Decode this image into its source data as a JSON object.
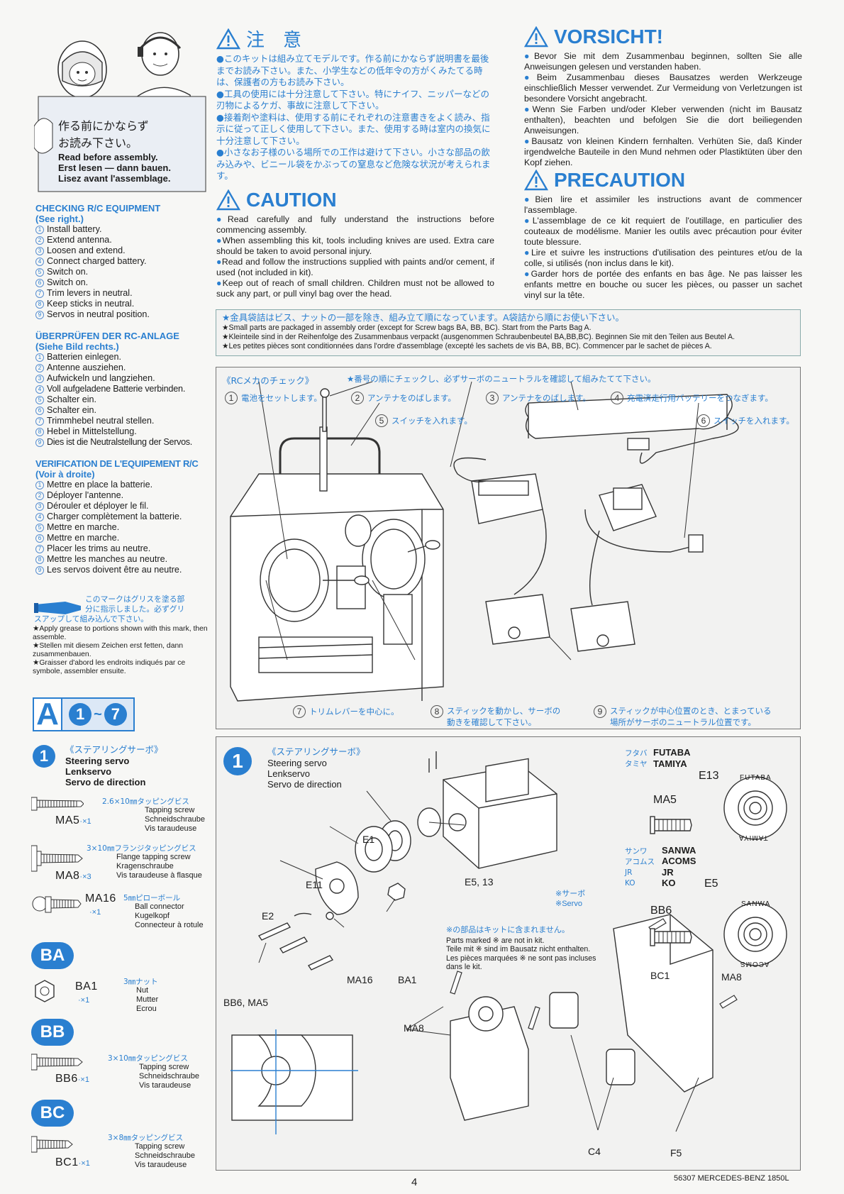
{
  "banner": {
    "jp_line1": "作る前にかならず",
    "jp_line2": "お読み下さい。",
    "en": "Read before assembly.",
    "de": "Erst lesen — dann bauen.",
    "fr": "Lisez avant l'assemblage."
  },
  "warning_jp": {
    "title": "注　意",
    "paragraphs": [
      "このキットは組み立てモデルです。作る前にかならず説明書を最後までお読み下さい。また、小学生などの低年令の方がくみたてる時は、保護者の方もお読み下さい。",
      "工具の使用には十分注意して下さい。特にナイフ、ニッパーなどの刃物によるケガ、事故に注意して下さい。",
      "接着剤や塗料は、使用する前にそれぞれの注意書きをよく読み、指示に従って正しく使用して下さい。また、使用する時は室内の換気に十分注意して下さい。",
      "小さなお子様のいる場所での工作は避けて下さい。小さな部品の飲み込みや、ビニール袋をかぶっての窒息など危険な状況が考えられます。"
    ]
  },
  "caution": {
    "title": "CAUTION",
    "paragraphs": [
      "Read carefully and fully understand the instructions before commencing assembly.",
      "When assembling this kit, tools including knives are used. Extra care should be taken to avoid personal injury.",
      "Read and follow the instructions supplied with paints and/or cement, if used (not included in kit).",
      "Keep out of reach of small children. Children must not be allowed to suck any part, or pull vinyl bag over the head."
    ]
  },
  "vorsicht": {
    "title": "VORSICHT!",
    "paragraphs": [
      "Bevor Sie mit dem Zusammenbau beginnen, sollten Sie alle Anweisungen gelesen und verstanden haben.",
      "Beim Zusammenbau dieses Bausatzes werden Werkzeuge einschließlich Messer verwendet. Zur Vermeidung von Verletzungen ist besondere Vorsicht angebracht.",
      "Wenn Sie Farben und/oder Kleber verwenden (nicht im Bausatz enthalten), beachten und befolgen Sie die dort beiliegenden Anweisungen.",
      "Bausatz von kleinen Kindern fernhalten. Verhüten Sie, daß Kinder irgendwelche Bauteile in den Mund nehmen oder Plastiktüten über den Kopf ziehen."
    ]
  },
  "precaution": {
    "title": "PRECAUTION",
    "paragraphs": [
      "Bien lire et assimiler les instructions avant de commencer l'assemblage.",
      "L'assemblage de ce kit requiert de l'outillage, en particulier des couteaux de modélisme. Manier les outils avec précaution pour éviter toute blessure.",
      "Lire et suivre les instructions d'utilisation des peintures et/ou de la colle, si utilisés (non inclus dans le kit).",
      "Garder hors de portée des enfants en bas âge. Ne pas laisser les enfants mettre en bouche ou sucer les pièces, ou passer un sachet vinyl sur la tête."
    ]
  },
  "packaging_note": {
    "jp": "★金具袋詰はビス、ナットの一部を除き、組み立て順になっています。A袋詰から順にお使い下さい。",
    "en": "★Small parts are packaged in assembly order (except for Screw bags BA, BB, BC). Start from the Parts Bag A.",
    "de": "★Kleinteile sind in der Reihenfolge des Zusammenbaus verpackt (ausgenommen Schraubenbeutel BA,BB,BC). Beginnen Sie mit den Teilen aus Beutel A.",
    "fr": "★Les petites pièces sont conditionnées dans l'ordre d'assemblage (excepté les sachets de vis BA, BB, BC). Commencer par le sachet de pièces A."
  },
  "checking_en": {
    "title": "CHECKING R/C EQUIPMENT",
    "subtitle": "(See right.)",
    "steps": [
      "Install battery.",
      "Extend antenna.",
      "Loosen and extend.",
      "Connect charged battery.",
      "Switch on.",
      "Switch on.",
      "Trim levers in neutral.",
      "Keep sticks in neutral.",
      "Servos in neutral position."
    ]
  },
  "checking_de": {
    "title": "ÜBERPRÜFEN DER RC-ANLAGE",
    "subtitle": "(Siehe Bild rechts.)",
    "steps": [
      "Batterien einlegen.",
      "Antenne ausziehen.",
      "Aufwickeln und langziehen.",
      "Voll aufgeladene Batterie verbinden.",
      "Schalter ein.",
      "Schalter ein.",
      "Trimmhebel neutral stellen.",
      "Hebel in Mittelstellung.",
      "Dies ist die Neutralstellung der Servos."
    ]
  },
  "checking_fr": {
    "title": "VERIFICATION DE L'EQUIPEMENT R/C",
    "subtitle": "(Voir à droite)",
    "steps": [
      "Mettre en place la batterie.",
      "Déployer l'antenne.",
      "Dérouler et déployer le fil.",
      "Charger complètement la batterie.",
      "Mettre en marche.",
      "Mettre en marche.",
      "Placer les trims au neutre.",
      "Mettre les manches au neutre.",
      "Les servos doivent être au neutre."
    ]
  },
  "step_numbers": [
    "1",
    "2",
    "3",
    "4",
    "5",
    "6",
    "7",
    "8",
    "9"
  ],
  "grease": {
    "jp_line1": "このマークはグリスを塗る部",
    "jp_line2": "分に指示しました。必ずグリ",
    "jp_line3": "スアップして組み込んで下さい。",
    "en": "★Apply grease to portions shown with this mark, then assemble.",
    "de": "★Stellen mit diesem Zeichen erst fetten, dann zusammenbauen.",
    "fr": "★Graisser d'abord les endroits indiqués par ce symbole, assembler ensuite."
  },
  "bag_a": {
    "letter": "A",
    "from": "1",
    "tilde": "~",
    "to": "7"
  },
  "step1_left": {
    "num": "1",
    "jp": "《ステアリングサーボ》",
    "en": "Steering servo",
    "de": "Lenkservo",
    "fr": "Servo de direction"
  },
  "parts": [
    {
      "code": "MA5",
      "qty": "·×1",
      "jp": "2.6×10㎜タッピングビス",
      "en": "Tapping screw",
      "de": "Schneidschraube",
      "fr": "Vis taraudeuse"
    },
    {
      "code": "MA8",
      "qty": "·×3",
      "jp": "3×10㎜フランジタッピングビス",
      "en": "Flange tapping screw",
      "de": "Kragenschraube",
      "fr": "Vis taraudeuse à flasque"
    },
    {
      "code": "MA16",
      "qty": "·×1",
      "jp": "5㎜ピローボール",
      "en": "Ball connector",
      "de": "Kugelkopf",
      "fr": "Connecteur à rotule"
    }
  ],
  "bags": [
    {
      "name": "BA",
      "code": "BA1",
      "qty": "·×1",
      "jp": "3㎜ナット",
      "en": "Nut",
      "de": "Mutter",
      "fr": "Ecrou"
    },
    {
      "name": "BB",
      "code": "BB6",
      "qty": "·×1",
      "jp": "3×10㎜タッピングビス",
      "en": "Tapping screw",
      "de": "Schneidschraube",
      "fr": "Vis taraudeuse"
    },
    {
      "name": "BC",
      "code": "BC1",
      "qty": "·×1",
      "jp": "3×8㎜タッピングビス",
      "en": "Tapping screw",
      "de": "Schneidschraube",
      "fr": "Vis taraudeuse"
    }
  ],
  "rc_check": {
    "title": "《RCメカのチェック》",
    "note": "★番号の順にチェックし、必ずサーボのニュートラルを確認して組みたてて下さい。",
    "callouts": [
      "電池をセットします。",
      "アンテナをのばします。",
      "アンテナをのばします。",
      "充電済走行用バッテリーをつなぎます。",
      "スイッチを入れます。",
      "スイッチを入れます。",
      "トリムレバーを中心に。",
      "スティックを動かし、サーボの",
      "動きを確認して下さい。",
      "スティックが中心位置のとき、とまっている",
      "場所がサーボのニュートラル位置です。"
    ]
  },
  "step1_box": {
    "num": "1",
    "jp": "《ステアリングサーボ》",
    "en": "Steering servo",
    "de": "Lenkservo",
    "fr": "Servo de direction",
    "labels": {
      "e1": "E1",
      "e11": "E11",
      "e2": "E2",
      "e513": "E5, 13",
      "ma16": "MA16",
      "ba1": "BA1",
      "bb6ma5": "BB6, MA5",
      "ma8": "MA8",
      "bc1": "BC1",
      "ma8b": "MA8",
      "c4": "C4",
      "f5": "F5"
    },
    "servo_jp": "※サーボ",
    "servo_en": "※Servo",
    "not_in_kit_jp": "※の部品はキットに含まれません。",
    "not_in_kit_en": "Parts marked ※ are not in kit.",
    "not_in_kit_de": "Teile mit ※ sind im Bausatz nicht enthalten.",
    "not_in_kit_fr": "Les pièces marquées ※ ne sont pas incluses dans le kit.",
    "brands_a_jp": "フタバ\nタミヤ",
    "brands_a": "FUTABA\nTAMIYA",
    "e13": "E13",
    "ma5": "MA5",
    "brands_b_jp": "サンワ\nアコムス\nJR\nKO",
    "brands_b": "SANWA\nACOMS\nJR\nKO",
    "e5": "E5",
    "bb6": "BB6",
    "disk_a_top": "FUTABA",
    "disk_a_bottom": "TAMIYA",
    "disk_b_top": "SANWA",
    "disk_b_bottom": "ACOMS"
  },
  "footer": {
    "page": "4",
    "code": "56307 MERCEDES-BENZ 1850L"
  }
}
